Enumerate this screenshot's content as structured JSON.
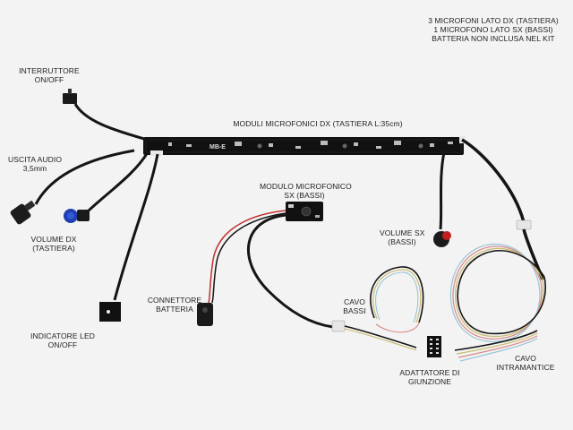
{
  "notes": {
    "line1": "3 MICROFONI LATO DX (TASTIERA)",
    "line2": "1 MICROFONO LATO SX (BASSI)",
    "line3": "BATTERIA NON INCLUSA NEL KIT"
  },
  "labels": {
    "interruttore": [
      "INTERRUTTORE",
      "ON/OFF"
    ],
    "uscita_audio": [
      "USCITA AUDIO",
      "3,5mm"
    ],
    "volume_dx": [
      "VOLUME DX",
      "(TASTIERA)"
    ],
    "indicatore_led": [
      "INDICATORE LED",
      "ON/OFF"
    ],
    "moduli_dx": "MODULI MICROFONICI DX (TASTIERA L:35cm)",
    "modulo_sx": [
      "MODULO MICROFONICO",
      "SX (BASSI)"
    ],
    "connettore_batteria": [
      "CONNETTORE",
      "BATTERIA"
    ],
    "volume_sx": [
      "VOLUME SX",
      "(BASSI)"
    ],
    "cavo_bassi": [
      "CAVO",
      "BASSI"
    ],
    "adattatore": [
      "ADATTATORE DI",
      "GIUNZIONE"
    ],
    "cavo_intramantice": [
      "CAVO",
      "INTRAMANTICE"
    ]
  },
  "pcb_marking": "MB-E",
  "colors": {
    "background": "#f3f3f3",
    "cable": "#151515",
    "pcb": "#111111",
    "knob_blue": "#1f3fb0",
    "knob_red": "#c02020",
    "wire_red": "#c23030"
  }
}
